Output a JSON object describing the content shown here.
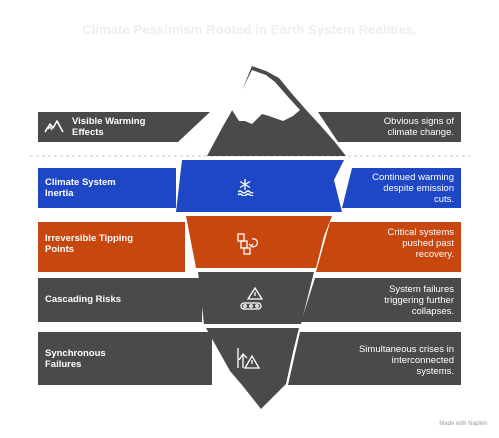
{
  "title": "Climate Pessimism Rooted in Earth System Realities.",
  "colors": {
    "dark": "#4a4a4a",
    "blue": "#1d47c4",
    "orange": "#c8470f",
    "white": "#ffffff"
  },
  "layers": [
    {
      "label": "Visible Warming Effects",
      "description": "Obvious signs of climate change.",
      "color": "dark",
      "icon": "mountain-peaks-icon"
    },
    {
      "label": "Climate System Inertia",
      "description": "Continued warming despite emission cuts.",
      "color": "blue",
      "icon": "snowflake-water-icon"
    },
    {
      "label": "Irreversible Tipping Points",
      "description": "Critical systems pushed past recovery.",
      "color": "orange",
      "icon": "domino-cycle-icon"
    },
    {
      "label": "Cascading Risks",
      "description": "System failures triggering further collapses.",
      "color": "dark",
      "icon": "warning-chain-icon"
    },
    {
      "label": "Synchronous Failures",
      "description": "Simultaneous crises in interconnected systems.",
      "color": "dark",
      "icon": "chart-warning-icon"
    }
  ],
  "footer": "Made with Napkin"
}
